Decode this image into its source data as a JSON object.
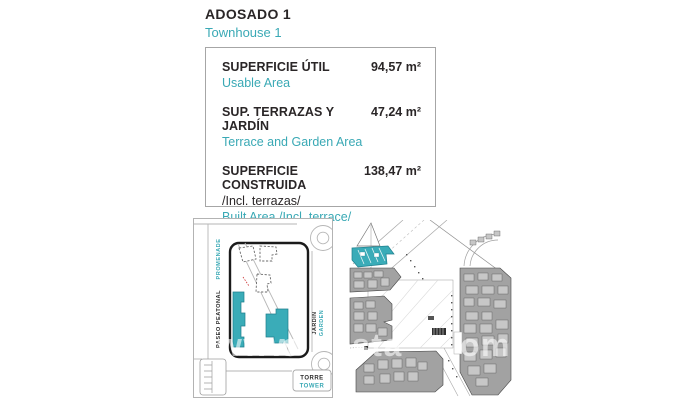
{
  "header": {
    "title": "ADOSADO 1",
    "subtitle": "Townhouse 1"
  },
  "areas": {
    "rows": [
      {
        "label": "SUPERFICIE ÚTIL",
        "value": "94,57 m²",
        "translation": "Usable Area"
      },
      {
        "label": "SUP. TERRAZAS Y JARDÍN",
        "value": "47,24 m²",
        "translation": "Terrace and Garden Area"
      },
      {
        "label": "SUPERFICIE CONSTRUIDA",
        "value": "138,47 m²",
        "note": "/Incl. terrazas/",
        "translation": "Built Area /Incl. terrace/"
      }
    ]
  },
  "site_plan": {
    "labels": {
      "promenade_en": "PROMENADE",
      "promenade_es": "PASEO PEATONAL",
      "garden_es": "JARDIN",
      "garden_en": "GARDEN",
      "tower_es": "TORRE",
      "tower_en": "TOWER"
    }
  },
  "watermark": {
    "fragments": [
      "www",
      "o",
      "sta",
      "om"
    ]
  },
  "colors": {
    "accent_teal": "#3aacb8",
    "teal_text": "#3aa9b5",
    "text_dark": "#2a2627",
    "building_gray": "#a2a2a2"
  }
}
